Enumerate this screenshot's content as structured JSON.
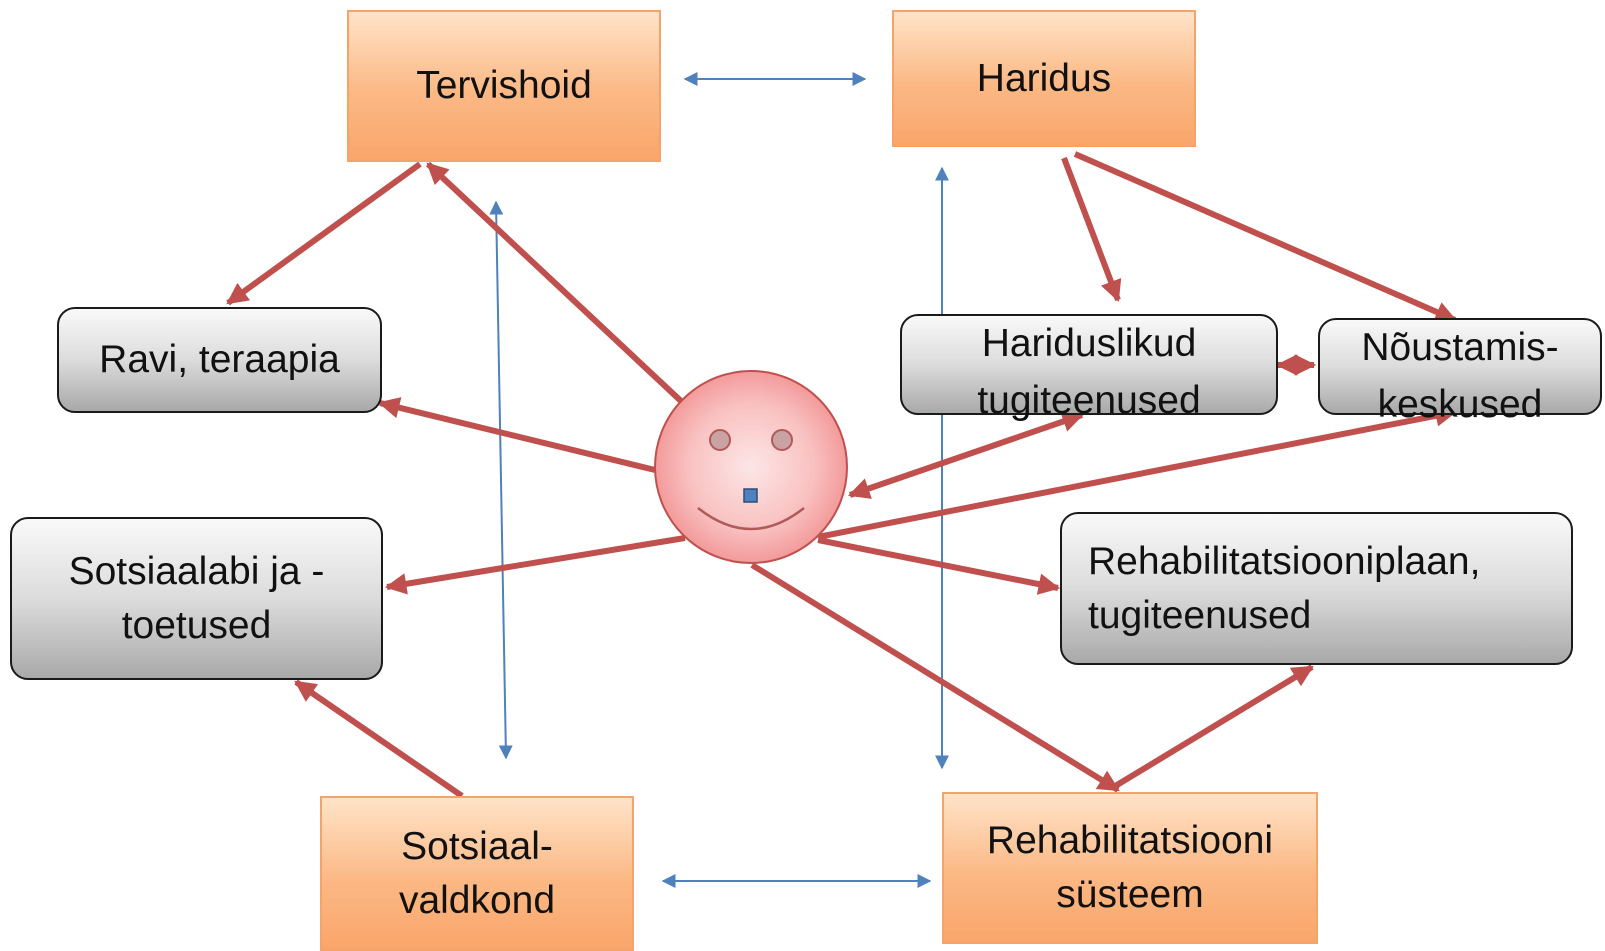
{
  "sectors": {
    "healthcare": "Tervishoid",
    "education": "Haridus",
    "social": [
      "Sotsiaal-",
      "valdkond"
    ],
    "rehabilitation": [
      "Rehabilitatsiooni",
      "süsteem"
    ]
  },
  "services": {
    "therapy": "Ravi, teraapia",
    "educational_support": [
      "Hariduslikud",
      "tugiteenused"
    ],
    "counselling": [
      "Nõustamis-",
      "keskused"
    ],
    "social_support": [
      "Sotsiaalabi ja -",
      "toetused"
    ],
    "rehab_plan": [
      "Rehabilitatsiooniplaan,",
      "tugiteenused"
    ]
  },
  "colors": {
    "arrow_red": "#c0504d",
    "arrow_blue": "#4f81bd",
    "face_fill": "#f9b3b3",
    "face_stroke": "#c0504d"
  }
}
